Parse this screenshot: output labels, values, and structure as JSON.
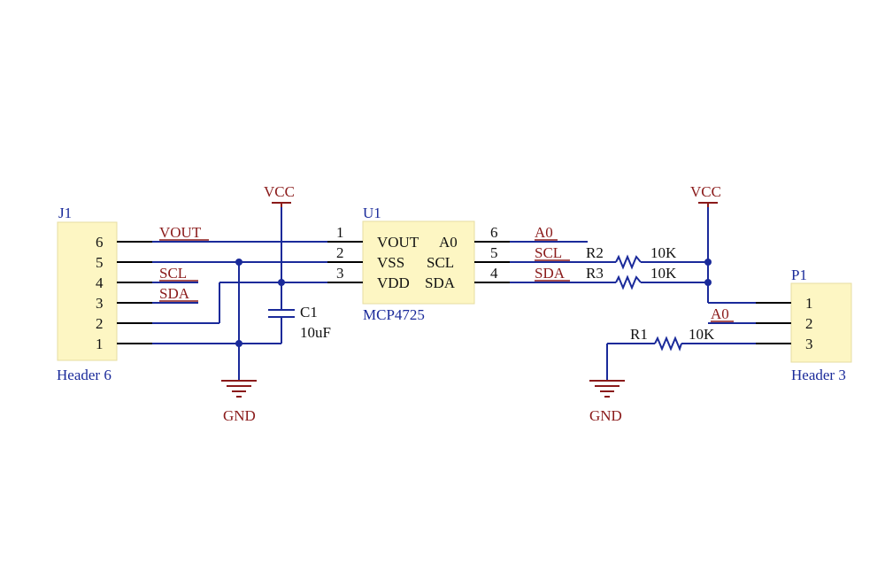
{
  "colors": {
    "wire": "#1a2a9a",
    "net_label": "#8a1a1a",
    "component_body": "#fdf6c3",
    "pin": "#000000"
  },
  "j1": {
    "designator": "J1",
    "name": "Header 6",
    "pins": [
      "6",
      "5",
      "4",
      "3",
      "2",
      "1"
    ]
  },
  "u1": {
    "designator": "U1",
    "name": "MCP4725",
    "left_pins": {
      "p1": "1",
      "p2": "2",
      "p3": "3"
    },
    "right_pins": {
      "p6": "6",
      "p5": "5",
      "p4": "4"
    },
    "labels": {
      "vout": "VOUT",
      "vss": "VSS",
      "vdd": "VDD",
      "a0": "A0",
      "scl": "SCL",
      "sda": "SDA"
    }
  },
  "p1": {
    "designator": "P1",
    "name": "Header 3",
    "pins": [
      "1",
      "2",
      "3"
    ]
  },
  "c1": {
    "designator": "C1",
    "value": "10uF"
  },
  "r1": {
    "designator": "R1",
    "value": "10K"
  },
  "r2": {
    "designator": "R2",
    "value": "10K"
  },
  "r3": {
    "designator": "R3",
    "value": "10K"
  },
  "power": {
    "vcc": "VCC",
    "gnd": "GND"
  },
  "nets": {
    "vout": "VOUT",
    "scl": "SCL",
    "sda": "SDA",
    "a0": "A0"
  }
}
